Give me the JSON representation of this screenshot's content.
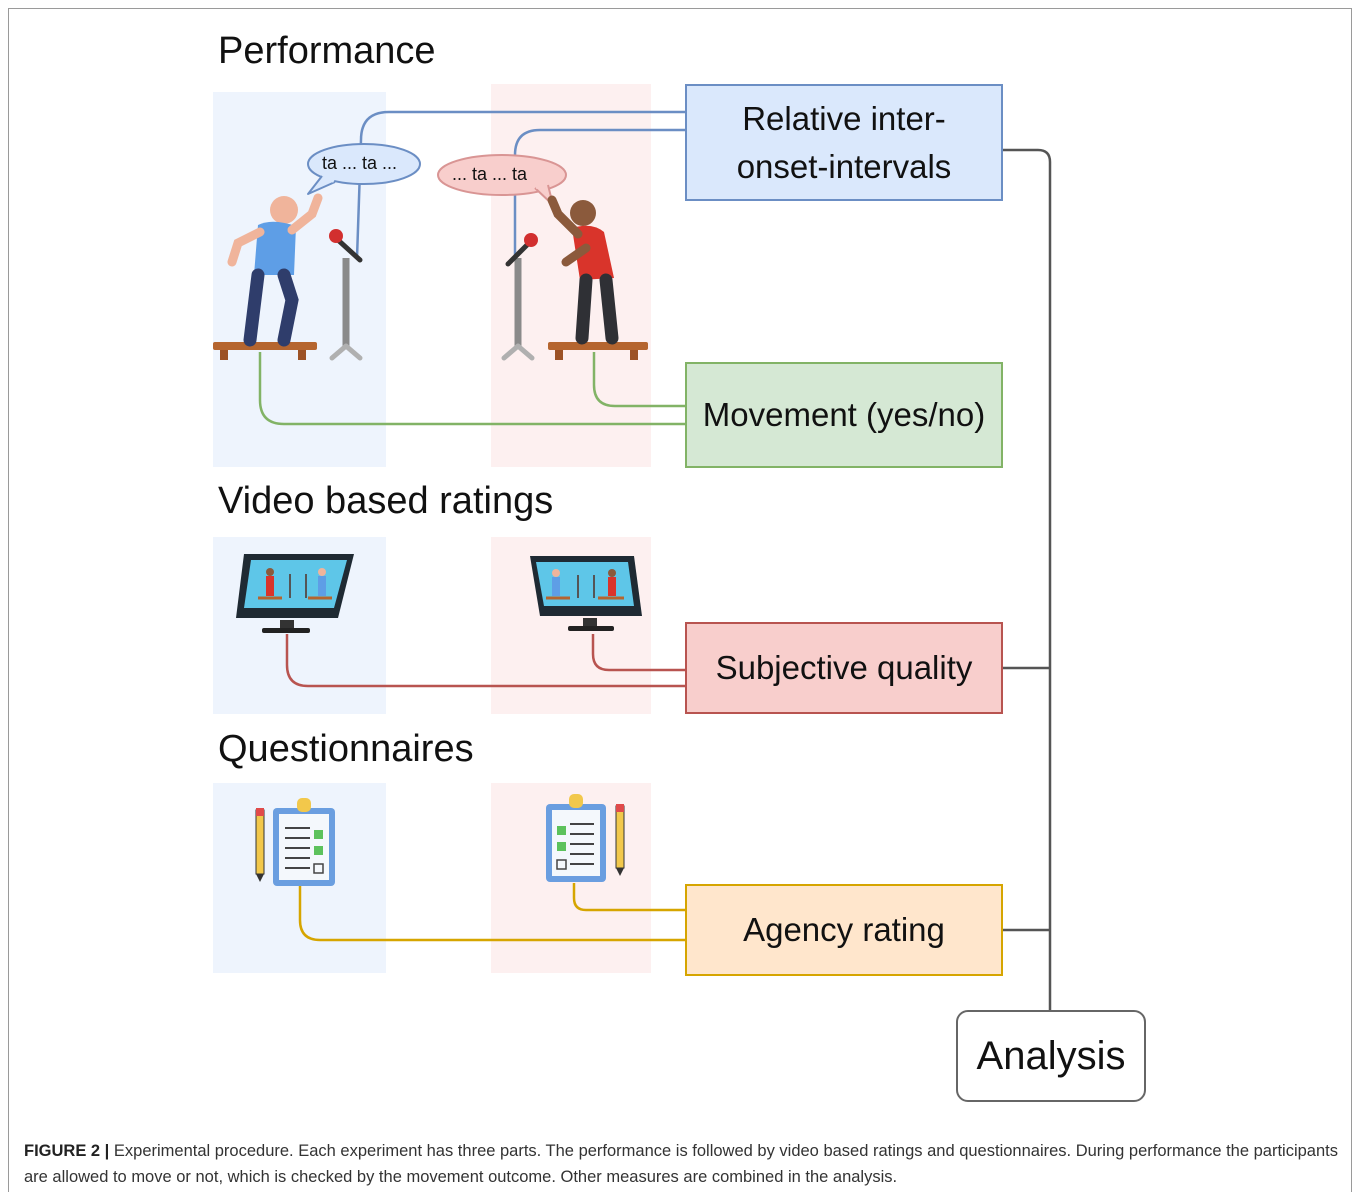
{
  "sections": {
    "performance": "Performance",
    "video": "Video based ratings",
    "questionnaires": "Questionnaires"
  },
  "speech": {
    "left": "ta ... ta ...",
    "right": "... ta ... ta"
  },
  "boxes": {
    "ioi_line1": "Relative inter-",
    "ioi_line2": "onset-intervals",
    "movement": "Movement (yes/no)",
    "subjective": "Subjective quality",
    "agency": "Agency rating",
    "analysis": "Analysis"
  },
  "colors": {
    "blue_line": "#6b8ec4",
    "blue_fill": "#dae8fc",
    "green_line": "#82b366",
    "green_fill": "#d5e8d4",
    "red_line": "#b85450",
    "red_fill": "#f8cecc",
    "orange_line": "#d6a500",
    "orange_fill": "#ffe6cc",
    "left_panel": "#eef4fd",
    "right_panel": "#fdf0f0"
  },
  "icons": {
    "performer_left": "person-on-stage-blue",
    "performer_right": "person-on-stage-red",
    "microphone": "microphone-stand",
    "monitor": "monitor-video",
    "clipboard": "clipboard-questionnaire",
    "pencil": "pencil"
  },
  "caption": {
    "label": "FIGURE 2 |",
    "text": " Experimental procedure. Each experiment has three parts. The performance is followed by video based ratings and questionnaires. During performance the participants are allowed to move or not, which is checked by the movement outcome. Other measures are combined in the analysis."
  }
}
